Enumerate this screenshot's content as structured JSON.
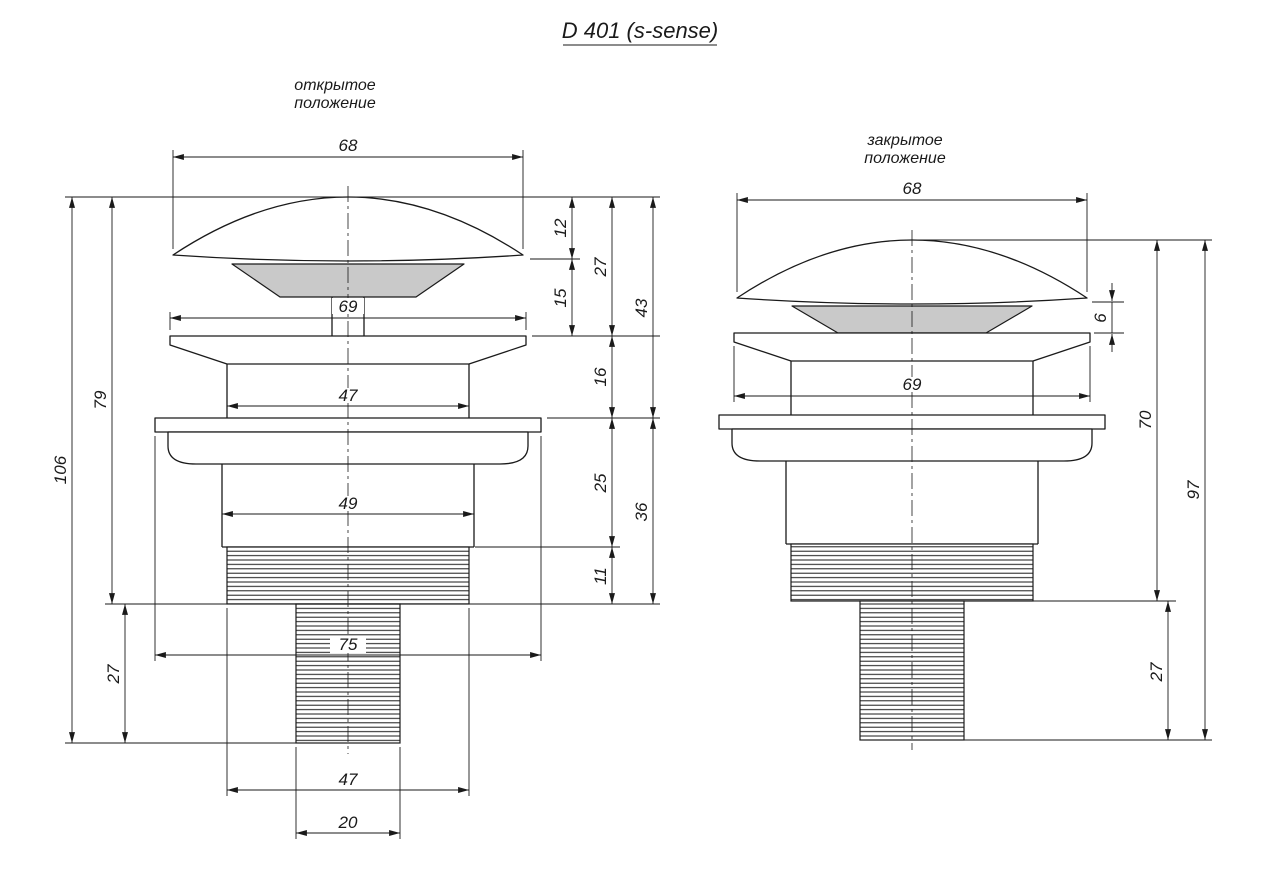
{
  "title": "D 401 (s-sense)",
  "colors": {
    "line": "#1a1a1a",
    "gasket_fill": "#c9c9c9",
    "background": "#ffffff"
  },
  "open_view": {
    "label_line1": "открытое",
    "label_line2": "положение",
    "dims": {
      "cap_width": "68",
      "flange_width": "69",
      "neck_width": "47",
      "body_width": "49",
      "mount_flange_width": "75",
      "thread_width": "47",
      "pipe_width": "20",
      "total_height": "106",
      "height_to_thread_end": "79",
      "pipe_height": "27",
      "cap_height": "12",
      "cap_to_flange": "27",
      "gap_height": "15",
      "top_to_mount": "43",
      "flange_to_mount": "16",
      "mount_to_thread": "25",
      "mount_to_thread_end": "36",
      "thread_height": "11"
    }
  },
  "closed_view": {
    "label_line1": "закрытое",
    "label_line2": "положение",
    "dims": {
      "cap_width": "68",
      "flange_width": "69",
      "gap_height": "6",
      "height_to_thread_end": "70",
      "total_height": "97",
      "pipe_height": "27"
    }
  }
}
